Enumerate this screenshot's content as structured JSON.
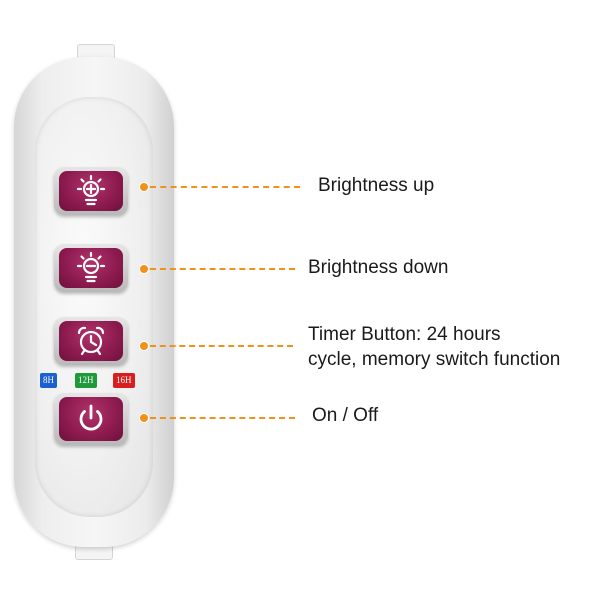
{
  "remote": {
    "buttons": [
      {
        "id": "brightness-up",
        "icon": "sun-plus-icon"
      },
      {
        "id": "brightness-down",
        "icon": "sun-minus-icon"
      },
      {
        "id": "timer",
        "icon": "alarm-clock-icon"
      },
      {
        "id": "power",
        "icon": "power-icon"
      }
    ],
    "timer_badges": [
      {
        "label": "8H",
        "color": "#1c5fcf"
      },
      {
        "label": "12H",
        "color": "#1e9a3a"
      },
      {
        "label": "16H",
        "color": "#d81f1f"
      }
    ],
    "button_color": "#8c1a4e",
    "body_color": "#f2f2f2"
  },
  "callouts": {
    "brightness_up": "Brightness up",
    "brightness_down": "Brightness down",
    "timer_line1": "Timer Button: 24 hours",
    "timer_line2": "cycle, memory switch function",
    "on_off": "On / Off"
  },
  "leader_color": "#f0921a"
}
